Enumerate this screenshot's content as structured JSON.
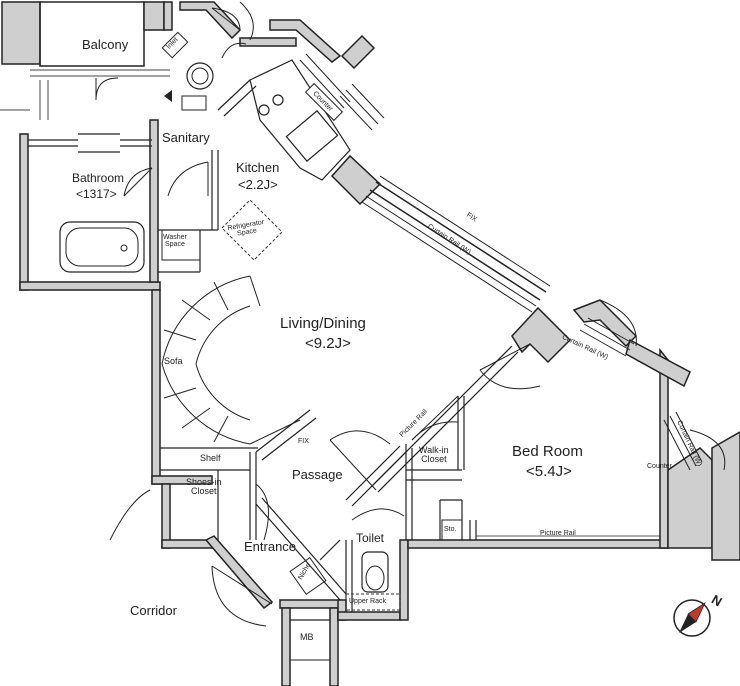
{
  "rooms": {
    "balcony": "Balcony",
    "sanitary": "Sanitary",
    "kitchen": "Kitchen",
    "kitchen_size": "<2.2J>",
    "bathroom": "Bathroom",
    "bathroom_size": "<1317>",
    "washer_space": "Washer\nSpace",
    "refrigerator_space": "Refrigerator\nSpace",
    "living_dining": "Living/Dining",
    "living_dining_size": "<9.2J>",
    "sofa": "Sofa",
    "shelf": "Shelf",
    "shoes_in_closet": "Shoes-in\nCloset",
    "passage": "Passage",
    "entrance": "Entrance",
    "niche": "Niche",
    "toilet": "Toilet",
    "upper_rack": "Upper Rack",
    "walk_in_closet": "Walk-in\nCloset",
    "bed_room": "Bed Room",
    "bed_room_size": "<5.4J>",
    "storage": "Sto.",
    "corridor": "Corridor",
    "mb": "MB",
    "inlet": "Inlet"
  },
  "annotations": {
    "counter_kitchen": "Counter",
    "counter_bedroom": "Counter",
    "fix_window": "FIX",
    "fix_passage": "FIX",
    "curtain_rail_w_living": "Curtain Rail (W)",
    "curtain_rail_w_bedroom": "Curtain Rail (W)",
    "curtain_rail_w_bedroom_side": "Curtain Rail (W)",
    "picture_rail_passage": "Picture Rail",
    "picture_rail_bedroom": "Picture Rail"
  },
  "compass": {
    "north_label": "N"
  }
}
